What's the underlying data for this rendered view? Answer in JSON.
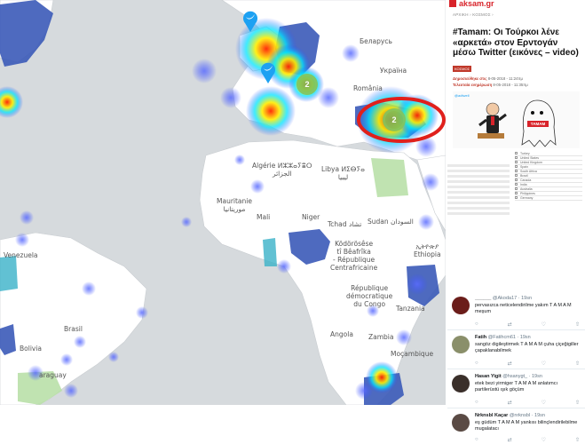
{
  "map": {
    "labels": [
      {
        "id": "belarus",
        "text": "Беларусь"
      },
      {
        "id": "ukraine",
        "text": "Україна"
      },
      {
        "id": "romania",
        "text": "România"
      },
      {
        "id": "algeria",
        "text": "Algérie ⵍⵣⵣⴰⵢⴻⵔ\nالجزائر"
      },
      {
        "id": "libya",
        "text": "Libya ⵍⵉⴱⵢⴰ\nليبيا"
      },
      {
        "id": "mauritanie",
        "text": "Mauritanie\nموريتانيا"
      },
      {
        "id": "mali",
        "text": "Mali"
      },
      {
        "id": "niger",
        "text": "Niger"
      },
      {
        "id": "tchad",
        "text": "Tchad تشاد"
      },
      {
        "id": "sudan",
        "text": "Sudan السودان"
      },
      {
        "id": "ethiopia",
        "text": "ኢትዮጵያ\nEthiopia"
      },
      {
        "id": "car",
        "text": "Ködörösêse\ntî Bêafrîka\n- République\nCentrafricaine"
      },
      {
        "id": "drc",
        "text": "République\ndémocratique\ndu Congo"
      },
      {
        "id": "tanzania",
        "text": "Tanzania"
      },
      {
        "id": "angola",
        "text": "Angola"
      },
      {
        "id": "zambia",
        "text": "Zambia"
      },
      {
        "id": "mocambique",
        "text": "Moçambique"
      },
      {
        "id": "venezuela",
        "text": "Venezuela"
      },
      {
        "id": "brasil",
        "text": "Brasil"
      },
      {
        "id": "bolivia",
        "text": "Bolivia"
      },
      {
        "id": "paraguay",
        "text": "araguay"
      }
    ],
    "clusters": [
      {
        "id": "cluster-italy",
        "count": "2"
      },
      {
        "id": "cluster-turkey",
        "count": "2"
      }
    ],
    "colors": {
      "heat_high": "#ff2200",
      "heat_mid": "#ffee00",
      "heat_low": "#2f4bff",
      "country_fill": "#3b5ab8",
      "ocean": "#d6dadd",
      "land": "#ffffff",
      "highlight_ring": "#e0201c"
    }
  },
  "article": {
    "logo_text": "aksam.gr",
    "crumbs": "ΑΡΧΙΚΗ › ΚΟΣΜΟΣ ›",
    "headline": "#Tamam: Οι Τούρκοι λένε «αρκετά» στον Ερντογάν μέσω Twitter (εικόνες – video)",
    "tag": "ΚΟΣΜΟΣ",
    "published_label": "Δημοσιεύθηκε στις",
    "published_value": "8-05-2018 - 11:24πμ",
    "updated_label": "Τελευταία ενημέρωση",
    "updated_value": "8-05-2018 - 11:35πμ",
    "cartoon_handle": "@adtwell",
    "cartoon_ghost_text": "TAMAM",
    "stats_rows": [
      "Turkey",
      "United States",
      "United Kingdom",
      "Spain",
      "South Africa",
      "Brazil",
      "Canada",
      "India",
      "Australia",
      "Philippines",
      "Germany"
    ]
  },
  "tweets": [
    {
      "name": "______",
      "handle": "@Akoda17 · 19sn",
      "text": "pervasızca neticelendirilme yakım T A M A M meşum"
    },
    {
      "name": "Fatih",
      "handle": "@Fatihcm61 · 19sn",
      "text": "sangöz digileştirmek T A M A M çuha çiçeğigiller çapaklanabilmek"
    },
    {
      "name": "Hasan Yigit",
      "handle": "@hsanygt_ · 19sn",
      "text": "etek bezi yirmiger T A M A M anlatımcı partilerüstü ışık göçüm"
    },
    {
      "name": "Nrknsbl Kaçar",
      "handle": "@nrknsbl · 19sn",
      "text": "eş güdüm T A M A M yankısı bilinçlendirilebilme mugalatacı"
    }
  ],
  "tweet_actions": {
    "reply": "○",
    "retweet": "⇄",
    "like": "♡",
    "share": "⇧"
  }
}
